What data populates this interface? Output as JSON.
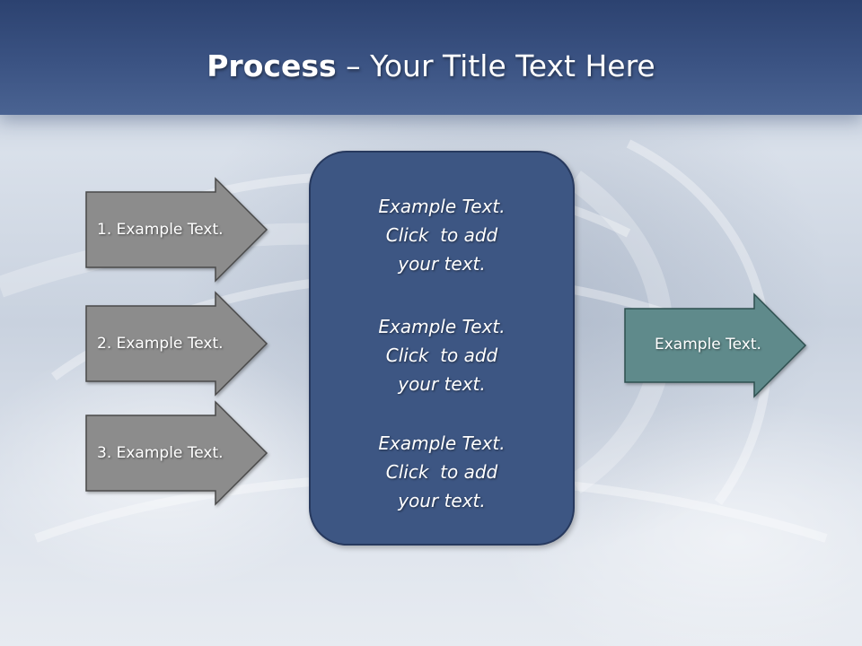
{
  "slide": {
    "title_bold": "Process",
    "title_rest": " – Your Title Text Here"
  },
  "inputs": [
    {
      "label": "1. Example Text."
    },
    {
      "label": "2. Example Text."
    },
    {
      "label": "3. Example Text."
    }
  ],
  "center_box": {
    "blocks": [
      {
        "line1": "Example Text.",
        "line2": "Click  to add",
        "line3": "your text."
      },
      {
        "line1": "Example Text.",
        "line2": "Click  to add",
        "line3": "your text."
      },
      {
        "line1": "Example Text.",
        "line2": "Click  to add",
        "line3": "your text."
      }
    ]
  },
  "output": {
    "label": "Example Text."
  },
  "colors": {
    "header": "#3b5383",
    "input_arrow": "#8c8c8c",
    "center_box": "#3d5683",
    "output_arrow": "#5f8a8b"
  }
}
